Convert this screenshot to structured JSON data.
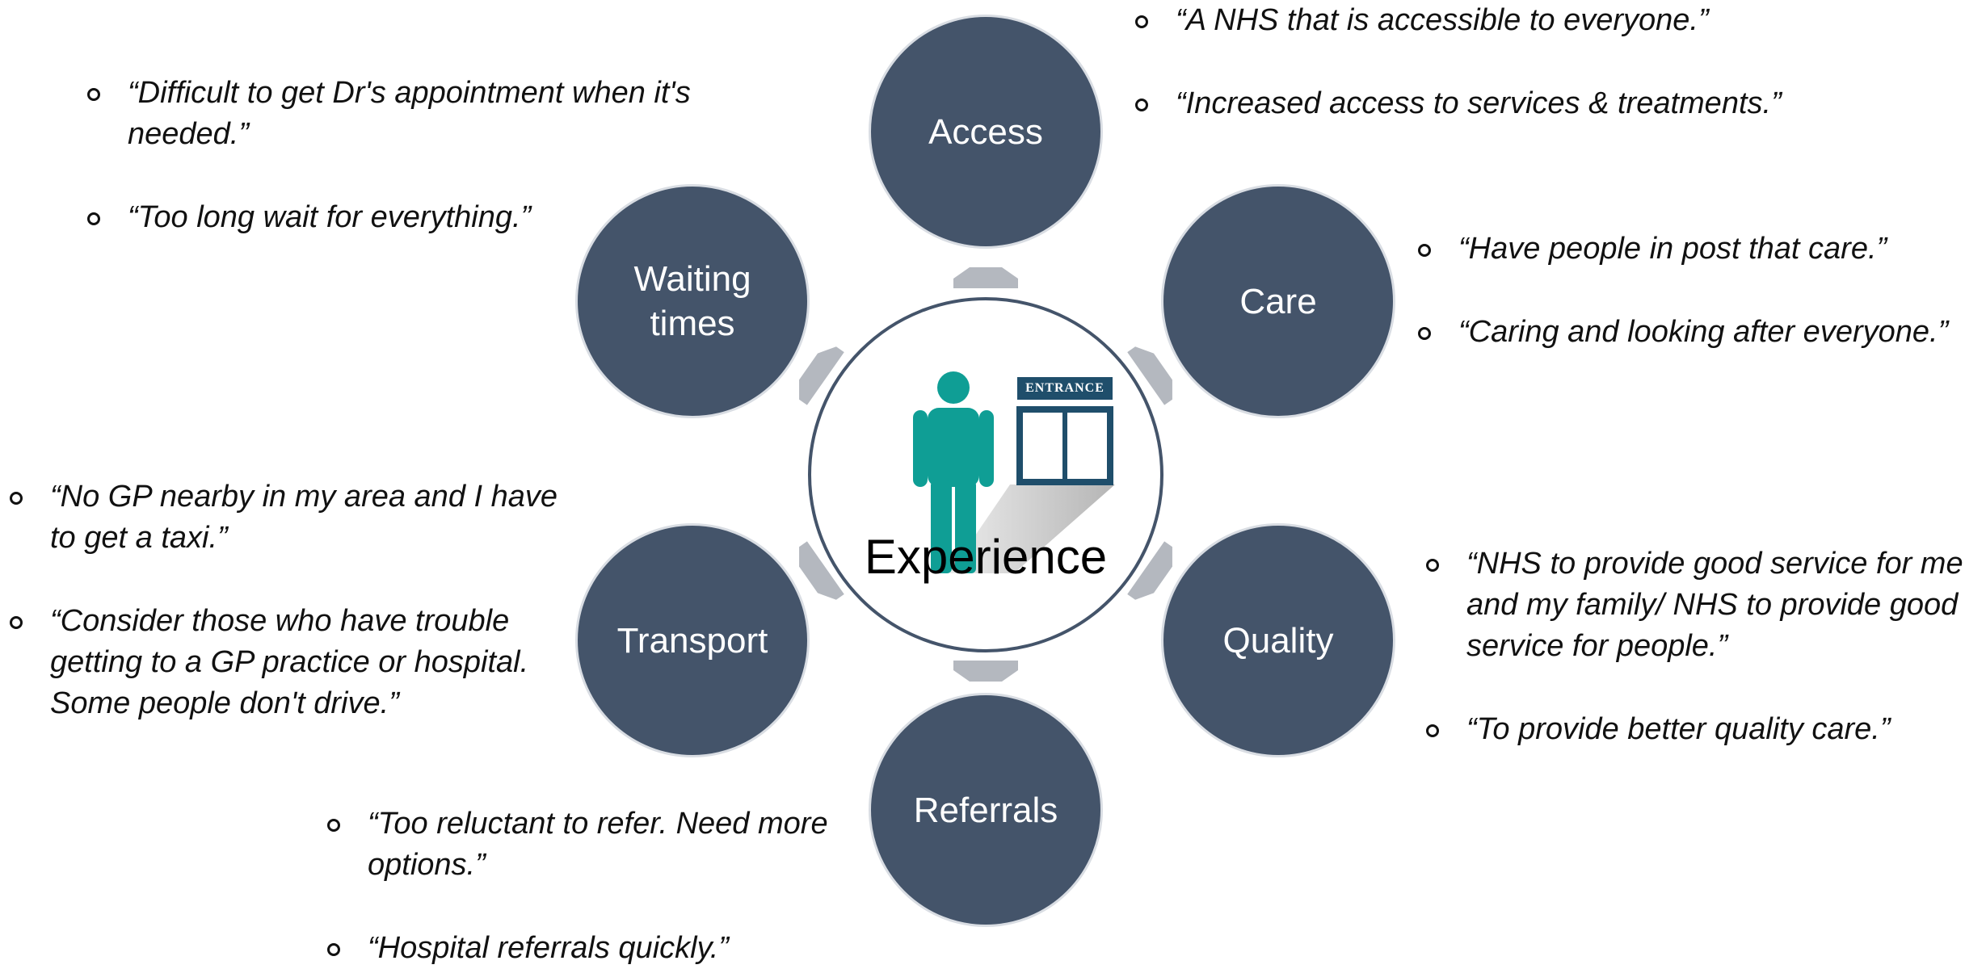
{
  "center": {
    "label": "Experience",
    "entrance_sign": "ENTRANCE"
  },
  "nodes": {
    "access": {
      "label": "Access"
    },
    "care": {
      "label": "Care"
    },
    "quality": {
      "label": "Quality"
    },
    "referrals": {
      "label": "Referrals"
    },
    "transport": {
      "label": "Transport"
    },
    "waiting": {
      "label": "Waiting\ntimes"
    }
  },
  "quotes": {
    "access": [
      "“A NHS that is accessible to everyone.”",
      "“Increased access to services & treatments.”"
    ],
    "care": [
      "“Have people in post that care.”",
      "“Caring and looking after everyone.”"
    ],
    "quality": [
      "“NHS to provide good service for me and my family/ NHS to provide good service for people.”",
      "“To provide better quality care.”"
    ],
    "referrals": [
      "“Too reluctant to refer. Need more options.”",
      "“Hospital referrals quickly.”"
    ],
    "transport": [
      "“No GP nearby in my area and I have to get a taxi.”",
      "“Consider those who have trouble getting to a GP practice or hospital. Some people don't drive.”"
    ],
    "waiting": [
      "“Difficult to get Dr's appointment when it's needed.”",
      "“Too long wait for everything.”"
    ]
  },
  "colors": {
    "node_fill": "#44546a",
    "arrow": "#b4b8bf",
    "person": "#0f9e95",
    "entrance": "#1f4e6b"
  },
  "icons": [
    "person-icon",
    "entrance-door-icon",
    "arrow-icon"
  ]
}
